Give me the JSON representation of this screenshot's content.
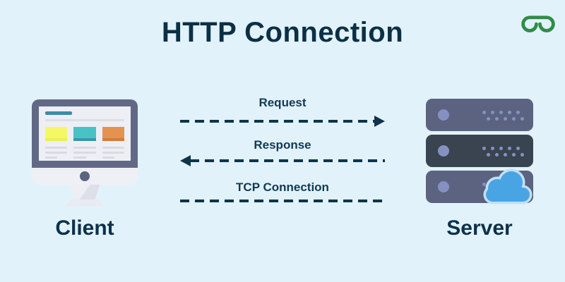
{
  "page": {
    "title": "HTTP Connection",
    "background_color": "#e2f2fb",
    "text_color": "#0b3045"
  },
  "logo": {
    "icon": "geeksforgeeks-logo",
    "color": "#2f8d46"
  },
  "diagram": {
    "client": {
      "label": "Client",
      "icon": "desktop-computer-icon"
    },
    "server": {
      "label": "Server",
      "icon": "server-rack-icon",
      "badge_icon": "cloud-icon"
    },
    "flows": [
      {
        "label": "Request",
        "direction": "client-to-server",
        "style": "dashed-arrow-right"
      },
      {
        "label": "Response",
        "direction": "server-to-client",
        "style": "dashed-arrow-left"
      },
      {
        "label": "TCP Connection",
        "direction": "between-client-and-server",
        "style": "dashed-line"
      }
    ]
  },
  "colors": {
    "arrow": "#0f344a",
    "monitor_frame": "#616986",
    "server_unit_light": "#5b6380",
    "server_unit_dark": "#3a4450",
    "led_periwinkle": "#8691c2",
    "accent_yellow": "#f5f865",
    "accent_teal": "#48c2c5",
    "accent_orange": "#e39250",
    "cloud_blue": "#49a4e4",
    "cloud_outline": "#c2e0f4"
  }
}
